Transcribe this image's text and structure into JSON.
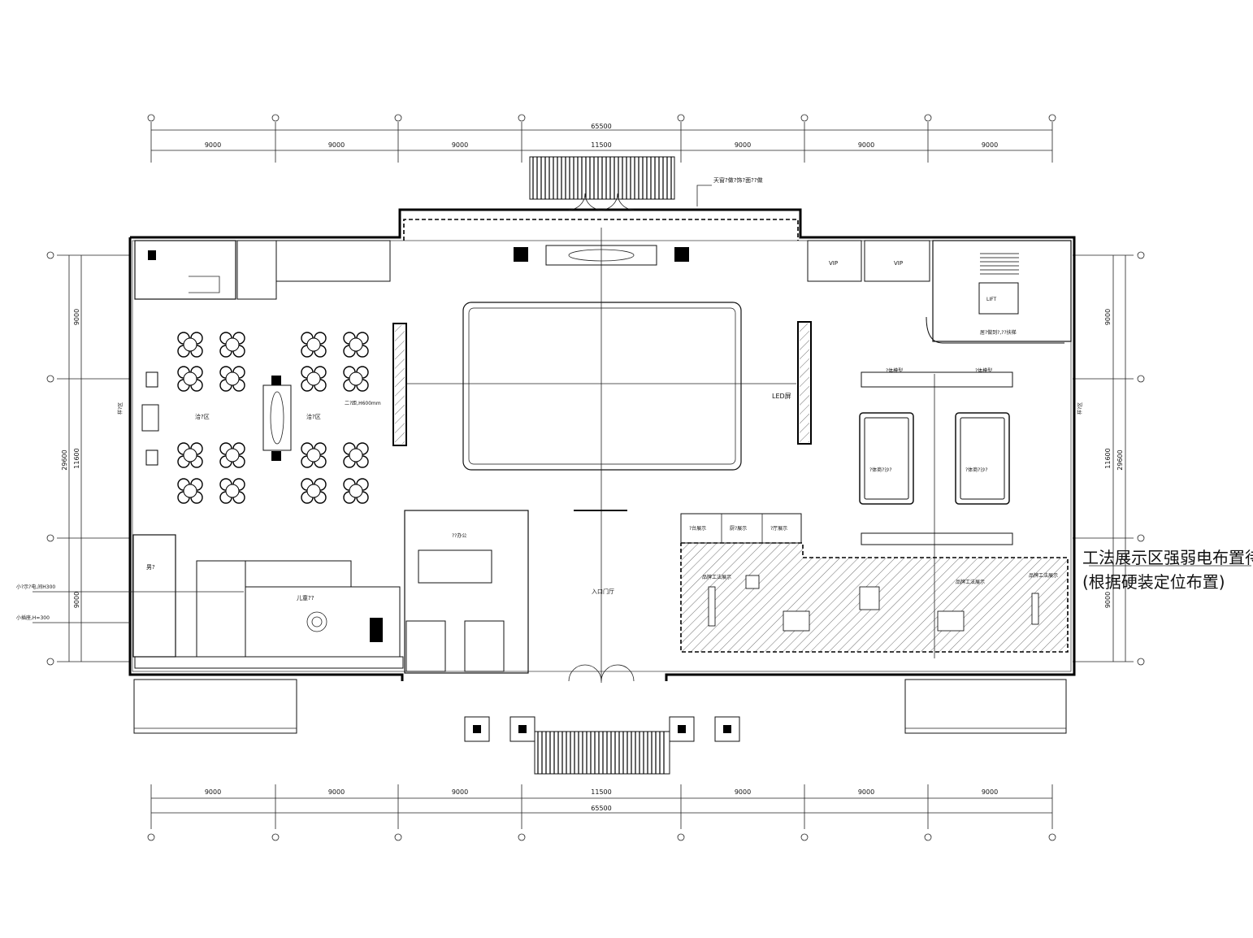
{
  "dimensions": {
    "top_total": "65500",
    "bottom_total": "65500",
    "top_spans": [
      "9000",
      "9000",
      "9000",
      "11500",
      "9000",
      "9000",
      "9000"
    ],
    "bottom_spans": [
      "9000",
      "9000",
      "9000",
      "11500",
      "9000",
      "9000",
      "9000"
    ],
    "left_total": "29600",
    "left_spans": [
      "9000",
      "11600",
      "9000"
    ],
    "right_total": "29600",
    "right_spans": [
      "9000",
      "11600",
      "9000"
    ]
  },
  "zones": {
    "entrance": "入口门厅",
    "led": "LED屏",
    "vip1": "VIP",
    "vip2": "VIP",
    "lift": "LIFT",
    "note_top": "天窗?做?饰?面??做",
    "note_stair": "居?做到?,??扶梯",
    "left_dim_a": "小?示?电,间H300",
    "left_dim_b": "小插座,H=300",
    "sample_left": "样?区",
    "sample_right": "样?区",
    "seat1": "洽?区",
    "seat2": "洽?区",
    "kids": "儿童??",
    "office": "??办公",
    "show_a": "?台展示",
    "show_b": "厨?展示",
    "show_c": "?厅展示",
    "show_d": "品牌工法展示",
    "show_e": "品牌工法展示",
    "show_f": "品牌工法展示",
    "model_a": "?体模型",
    "model_b": "?体模型",
    "sandbox_a": "?体商?沙?",
    "sandbox_b": "?体商?沙?",
    "wc": "男?",
    "h600": "二?距,H600mm"
  },
  "annotation": {
    "line1": "工法展示区强弱电布置待确",
    "line2": "(根据硬装定位布置)"
  },
  "icons": {
    "column": "column-marker-icon",
    "table": "table-cluster-icon",
    "grid_bubble": "grid-axis-bubble-icon"
  }
}
